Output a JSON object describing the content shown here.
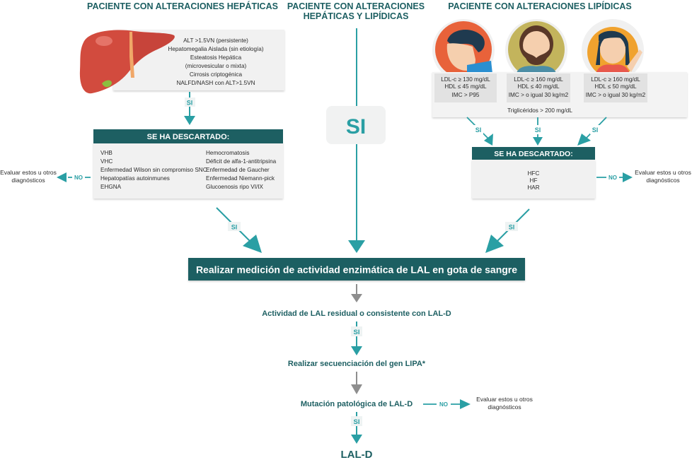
{
  "headers": {
    "hepatic": "PACIENTE CON ALTERACIONES HEPÁTICAS",
    "both_line1": "PACIENTE CON ALTERACIONES",
    "both_line2": "HEPÁTICAS Y LIPÍDICAS",
    "lipid": "PACIENTE CON ALTERACIONES LIPÍDICAS"
  },
  "hepatic_criteria": [
    "ALT >1.5VN (persistente)",
    "Hepatomegalia Aislada (sin etiología)",
    "Esteatosis Hepática",
    "(microvesicular o mixta)",
    "Cirrosis criptogénica",
    "NALFD/NASH con ALT>1.5VN"
  ],
  "lipid_profiles": [
    {
      "name": "child",
      "lines": [
        "LDL-c  ≥ 130 mg/dL",
        "HDL  ≤ 45 mg/dL",
        "IMC > P95"
      ]
    },
    {
      "name": "man",
      "lines": [
        "LDL-c  ≥ 160 mg/dL",
        "HDL  ≤  40 mg/dL",
        "IMC > o igual 30 kg/m2"
      ]
    },
    {
      "name": "woman",
      "lines": [
        "LDL-c  ≥ 160 mg/dL",
        "HDL  ≤  50 mg/dL",
        "IMC > o igual 30 kg/m2"
      ]
    }
  ],
  "triglycerides": "Triglicéridos > 200 mg/dL",
  "hepatic_ruled_out": {
    "title": "SE HA DESCARTADO:",
    "left": [
      "VHB",
      "VHC",
      "Enfermedad Wilson sin compromiso SNC",
      "Hepatopatías autoinmunes",
      "EHGNA"
    ],
    "right": [
      "Hemocromatosis",
      "Déficit de alfa-1-antitripsina",
      "Enfermedad de Gaucher",
      "Enfermedad Niemann-pick",
      "Glucoenosis ripo VI/IX"
    ]
  },
  "lipid_ruled_out": {
    "title": "SE HA DESCARTADO:",
    "items": [
      "HFC",
      "HF",
      "HAR"
    ]
  },
  "labels": {
    "si": "SI",
    "no": "NO",
    "center_si": "SI",
    "evaluate_line1": "Evaluar estos u otros",
    "evaluate_line2": "diagnósticos"
  },
  "steps": {
    "measure": "Realizar medición de actividad enzimática de LAL en gota de sangre",
    "activity": "Actividad de LAL residual o consistente con LAL-D",
    "sequencing": "Realizar secuenciación del gen LIPA*",
    "mutation": "Mutación patológica de LAL-D",
    "result": "LAL-D"
  },
  "colors": {
    "teal_dark": "#1d5f62",
    "teal_accent": "#2a9fa4",
    "gray_arrow": "#8e8e8e",
    "box_bg": "#f1f1f1"
  }
}
